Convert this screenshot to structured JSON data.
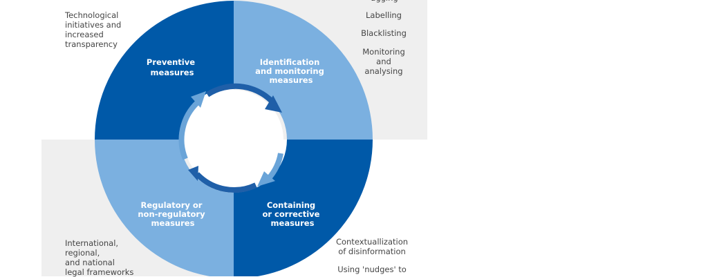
{
  "colors": {
    "dark_blue": "#0059a8",
    "light_blue": "#7bb0e0",
    "panel_gray": "#efefef",
    "arrow_light": "#6aa4d8",
    "arrow_dark": "#1f5fa8"
  },
  "quadrants": {
    "top_left": {
      "line1": "Preventive",
      "line2": "measures"
    },
    "top_right": {
      "line1": "Identification",
      "line2": "and monitoring",
      "line3": "measures"
    },
    "bottom_left": {
      "line1": "Regulatory or",
      "line2": "non-regulatory",
      "line3": "measures"
    },
    "bottom_right": {
      "line1": "Containing",
      "line2": "or corrective",
      "line3": "measures"
    }
  },
  "notes": {
    "top_left": [
      "Technological",
      "initiatives and",
      "increased",
      "transparency"
    ],
    "top_right_partial": "agging",
    "top_right": {
      "labelling": "Labelling",
      "blacklisting": "Blacklisting",
      "monitoring": [
        "Monitoring",
        "and",
        "analysing"
      ]
    },
    "bottom_left": [
      "International,",
      "regional,",
      "and national",
      "legal frameworks"
    ],
    "bottom_right": {
      "contextualization": [
        "Contextuallization",
        "of disinformation"
      ],
      "nudges": "Using 'nudges' to"
    }
  }
}
